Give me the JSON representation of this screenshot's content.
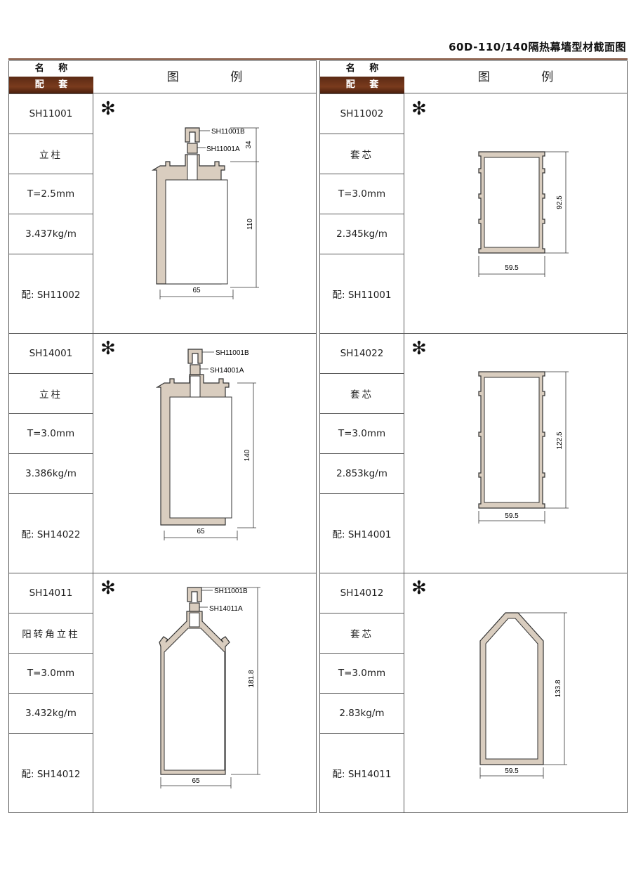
{
  "page_title": "60D-110/140隔热幕墙型材截面图",
  "header": {
    "name_label": "名 称",
    "match_label": "配 套",
    "legend_label": "图 例"
  },
  "star_symbol": "✻",
  "left_column": [
    {
      "code": "SH11001",
      "name": "立柱",
      "thickness": "T=2.5mm",
      "weight": "3.437kg/m",
      "match": "配: SH11002",
      "parts": [
        "SH11001B",
        "SH11001A"
      ],
      "dims": {
        "height": "110",
        "width": "65",
        "top": "34"
      }
    },
    {
      "code": "SH14001",
      "name": "立柱",
      "thickness": "T=3.0mm",
      "weight": "3.386kg/m",
      "match": "配: SH14022",
      "parts": [
        "SH11001B",
        "SH14001A"
      ],
      "dims": {
        "height": "140",
        "width": "65"
      }
    },
    {
      "code": "SH14011",
      "name": "阳转角立柱",
      "thickness": "T=3.0mm",
      "weight": "3.432kg/m",
      "match": "配: SH14012",
      "parts": [
        "SH11001B",
        "SH14011A"
      ],
      "dims": {
        "height": "181.8",
        "width": "65"
      }
    }
  ],
  "right_column": [
    {
      "code": "SH11002",
      "name": "套芯",
      "thickness": "T=3.0mm",
      "weight": "2.345kg/m",
      "match": "配: SH11001",
      "dims": {
        "height": "92.5",
        "width": "59.5"
      }
    },
    {
      "code": "SH14022",
      "name": "套芯",
      "thickness": "T=3.0mm",
      "weight": "2.853kg/m",
      "match": "配: SH14001",
      "dims": {
        "height": "122.5",
        "width": "59.5"
      }
    },
    {
      "code": "SH14012",
      "name": "套芯",
      "thickness": "T=3.0mm",
      "weight": "2.83kg/m",
      "match": "配: SH14011",
      "dims": {
        "height": "133.8",
        "width": "59.5"
      }
    }
  ],
  "colors": {
    "header_brown": "#6b3318",
    "profile_fill": "#d9cdbf",
    "profile_stroke": "#333333"
  }
}
